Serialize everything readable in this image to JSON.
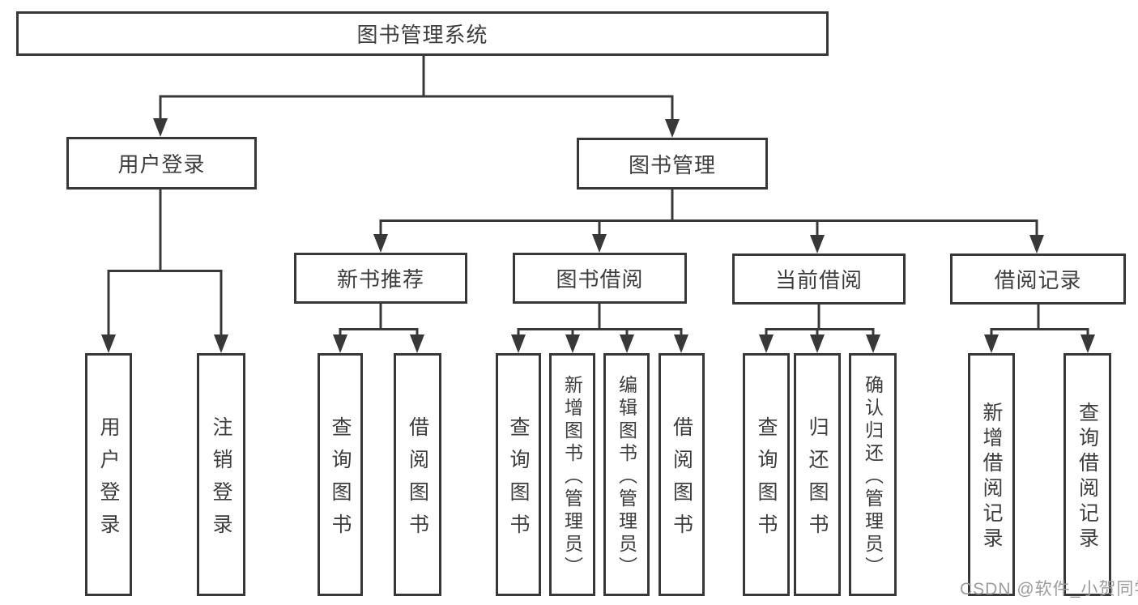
{
  "colors": {
    "line": "#383838",
    "box_border": "#383838",
    "text": "#3d3d3d",
    "box_background": "#ffffff",
    "page_background": "#ffffff",
    "watermark": "#9c9c9c"
  },
  "watermark": {
    "text": "CSDN @软件_小贺同学"
  },
  "tree": {
    "root": "图书管理系统",
    "children": [
      {
        "label": "用户登录",
        "children": [
          "用户登录",
          "注销登录"
        ]
      },
      {
        "label": "图书管理",
        "children": [
          {
            "label": "新书推荐",
            "children": [
              "查询图书",
              "借阅图书"
            ]
          },
          {
            "label": "图书借阅",
            "children": [
              "查询图书",
              "新增图书（管理员）",
              "编辑图书（管理员）",
              "借阅图书"
            ]
          },
          {
            "label": "当前借阅",
            "children": [
              "查询图书",
              "归还图书",
              "确认归还（管理员）"
            ]
          },
          {
            "label": "借阅记录",
            "children": [
              "新增借阅记录",
              "查询借阅记录"
            ]
          }
        ]
      }
    ]
  }
}
